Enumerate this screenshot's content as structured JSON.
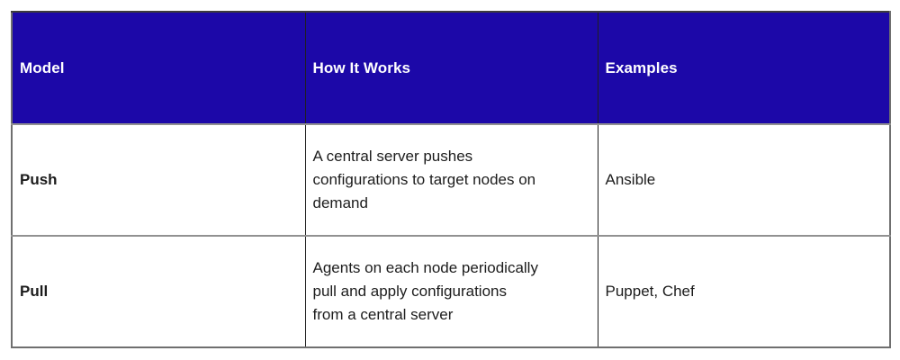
{
  "table": {
    "columns": [
      {
        "label": "Model"
      },
      {
        "label": "How It Works"
      },
      {
        "label": "Examples"
      }
    ],
    "rows": [
      {
        "model": "Push",
        "how_it_works": "A central server pushes\nconfigurations to target nodes on\ndemand",
        "examples": "Ansible"
      },
      {
        "model": "Pull",
        "how_it_works": "Agents on each node periodically\npull and apply configurations\nfrom a central server",
        "examples": "Puppet, Chef"
      }
    ],
    "colors": {
      "header_bg": "#1c08a8",
      "header_text": "#ffffff",
      "body_text": "#1c1c1c",
      "grid_line_dark": "#1f1f1f",
      "grid_line_gray": "#919191"
    }
  }
}
